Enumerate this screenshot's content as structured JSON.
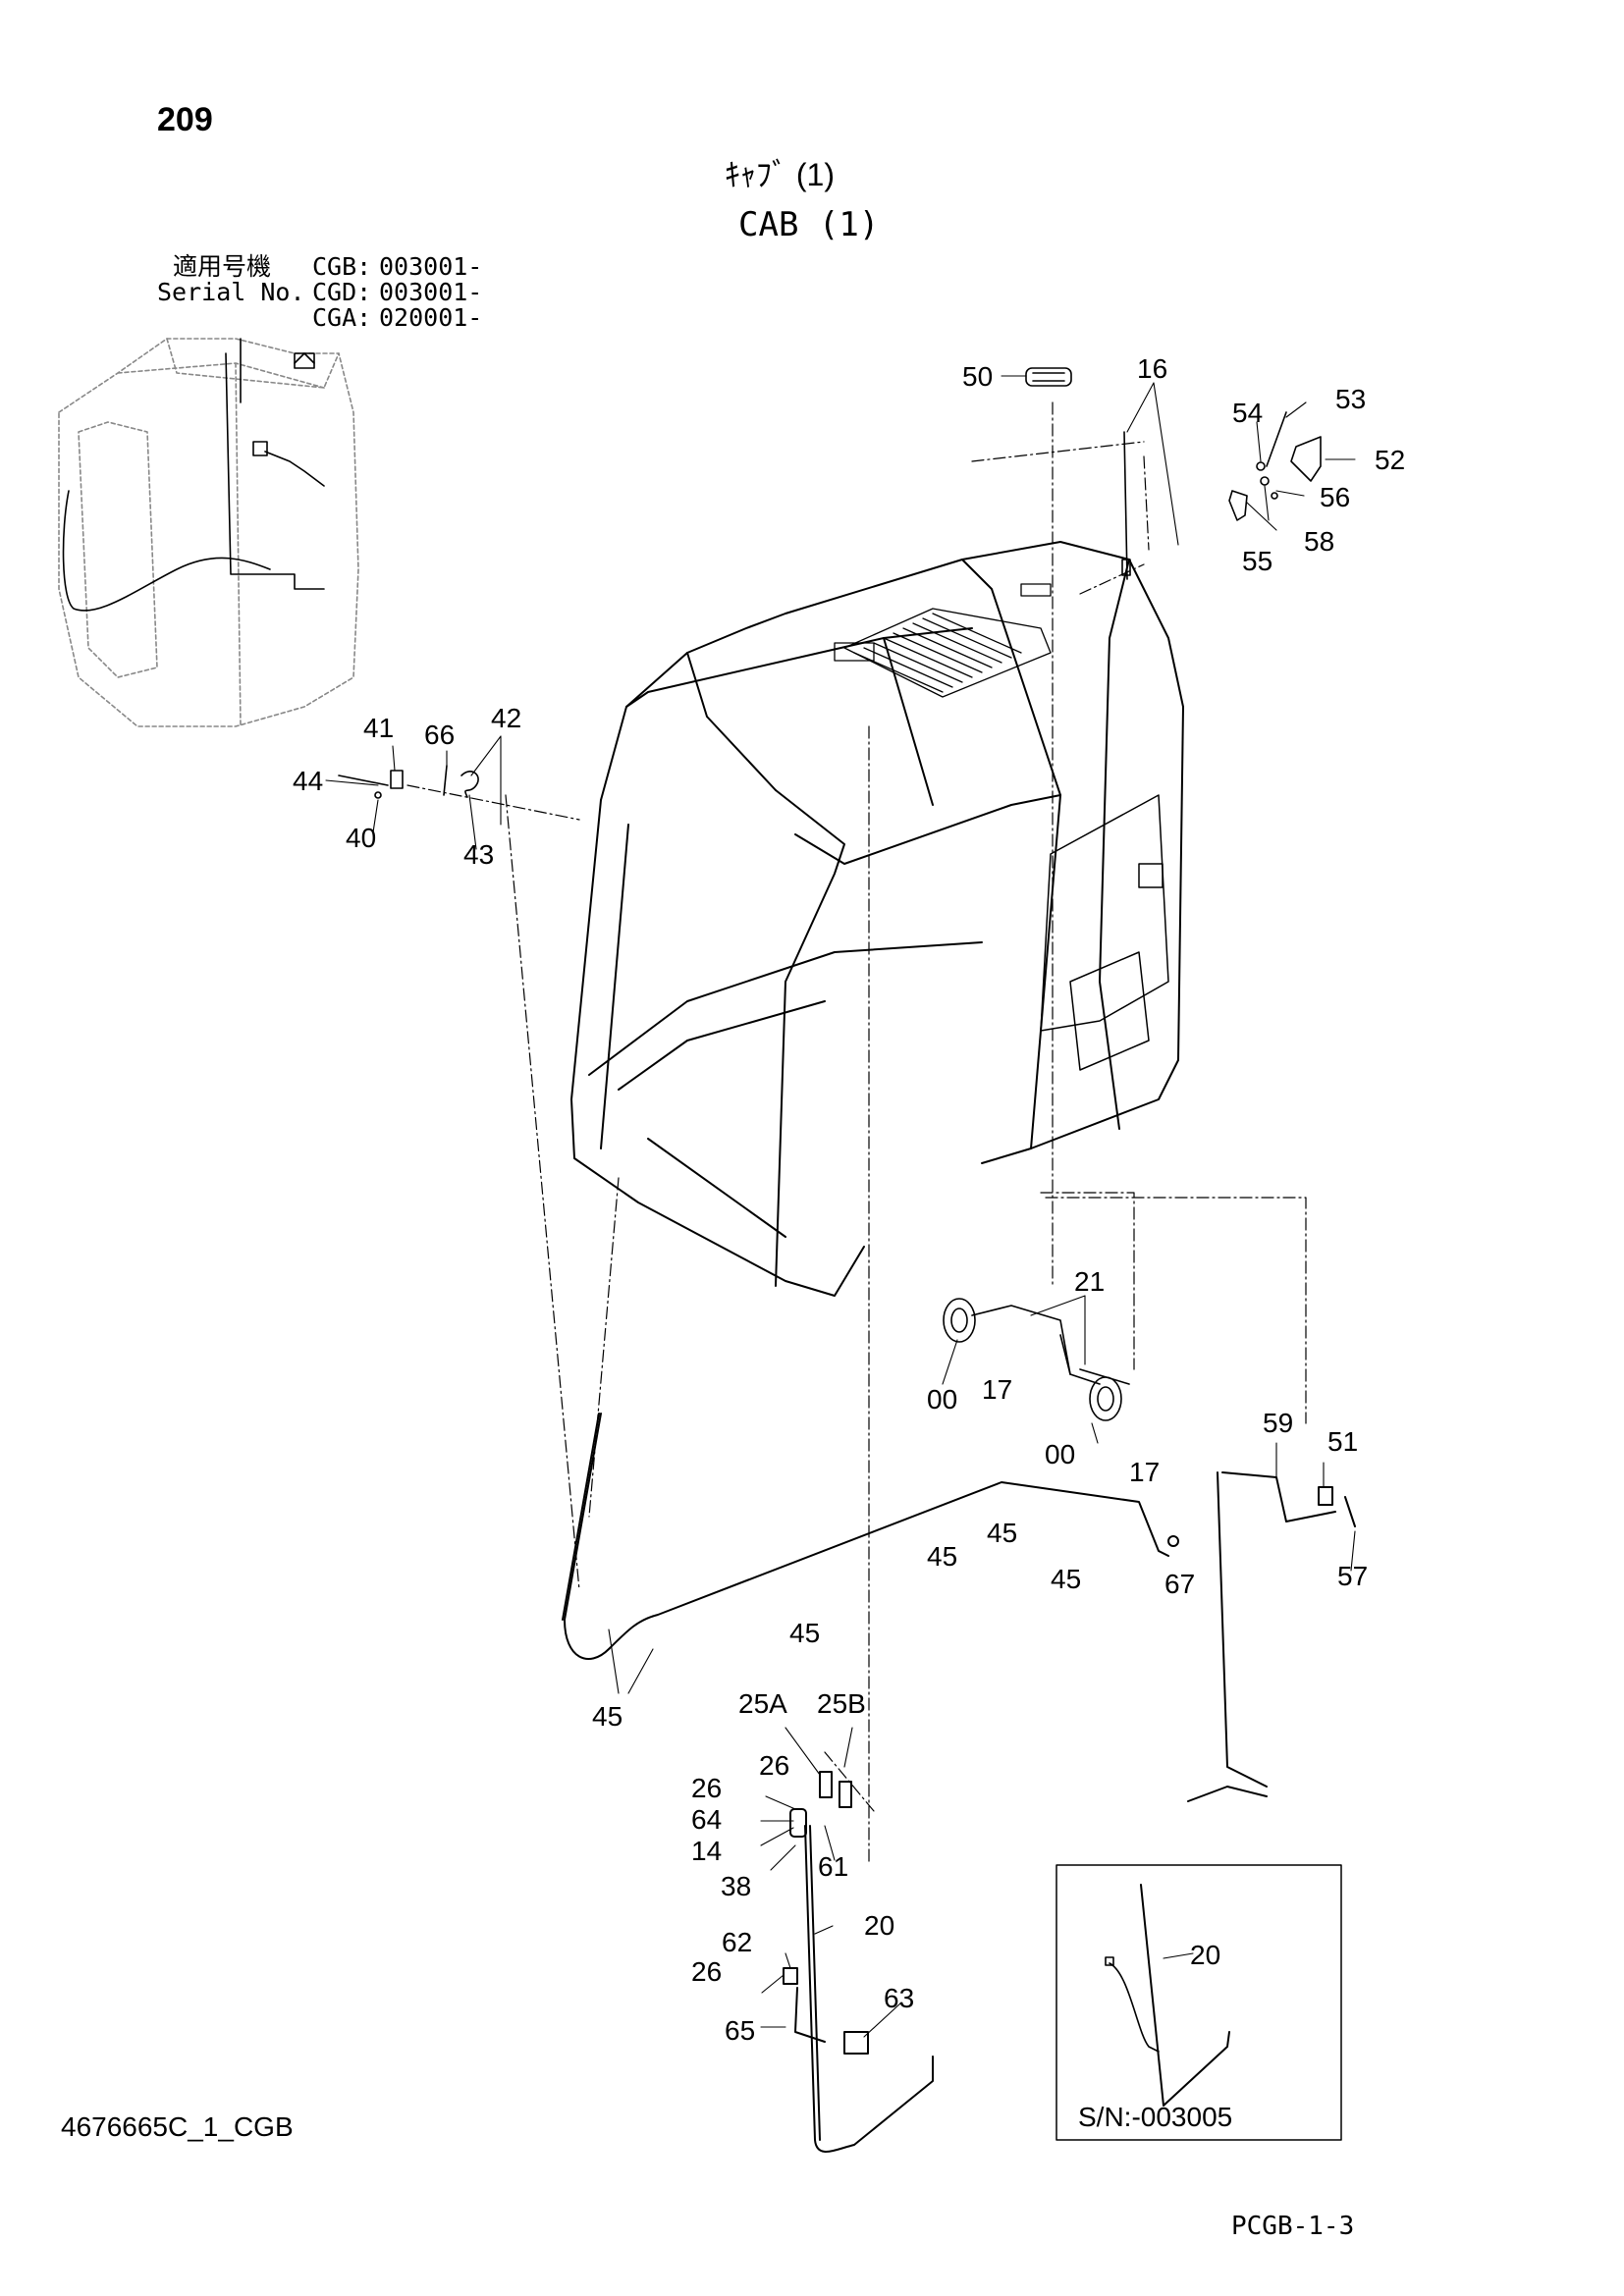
{
  "page_number": "209",
  "title_jp": "ｷｬﾌﾞ (1)",
  "title_en": "CAB (1)",
  "serial": {
    "label_jp": "適用号機",
    "label_en": "Serial No.",
    "models": [
      {
        "code": "CGB:",
        "range": "003001-"
      },
      {
        "code": "CGD:",
        "range": "003001-"
      },
      {
        "code": "CGA:",
        "range": "020001-"
      }
    ]
  },
  "callouts": [
    "50",
    "16",
    "54",
    "53",
    "52",
    "56",
    "55",
    "58",
    "41",
    "66",
    "42",
    "44",
    "40",
    "43",
    "21",
    "00",
    "17",
    "00",
    "17",
    "59",
    "51",
    "57",
    "45",
    "45",
    "45",
    "45",
    "67",
    "45",
    "45",
    "25A",
    "25B",
    "26",
    "26",
    "64",
    "14",
    "61",
    "38",
    "20",
    "62",
    "26",
    "63",
    "65",
    "20"
  ],
  "inset_note": "S/N:-003005",
  "doc_id": "4676665C_1_CGB",
  "page_code": "PCGB-1-3"
}
